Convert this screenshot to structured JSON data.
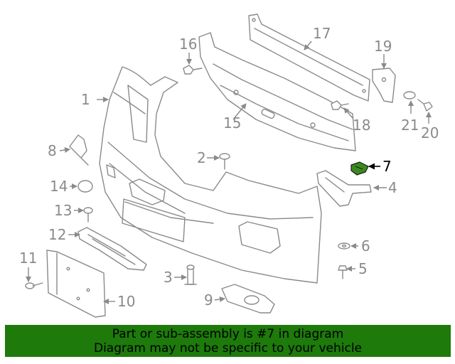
{
  "diagram": {
    "callouts": {
      "c1": "1",
      "c2": "2",
      "c3": "3",
      "c4": "4",
      "c5": "5",
      "c6": "6",
      "c7": "7",
      "c8": "8",
      "c9": "9",
      "c10": "10",
      "c11": "11",
      "c12": "12",
      "c13": "13",
      "c14": "14",
      "c15": "15",
      "c16": "16",
      "c17": "17",
      "c18": "18",
      "c19": "19",
      "c20": "20",
      "c21": "21"
    },
    "highlight_part": "7",
    "colors": {
      "line": "#8a8a8a",
      "highlight_fill": "#3a8a1c",
      "banner": "#1d7a0b"
    }
  },
  "banner": {
    "line1": "Part or sub-assembly is #7 in diagram",
    "line2": "Diagram may not be specific to your vehicle"
  }
}
